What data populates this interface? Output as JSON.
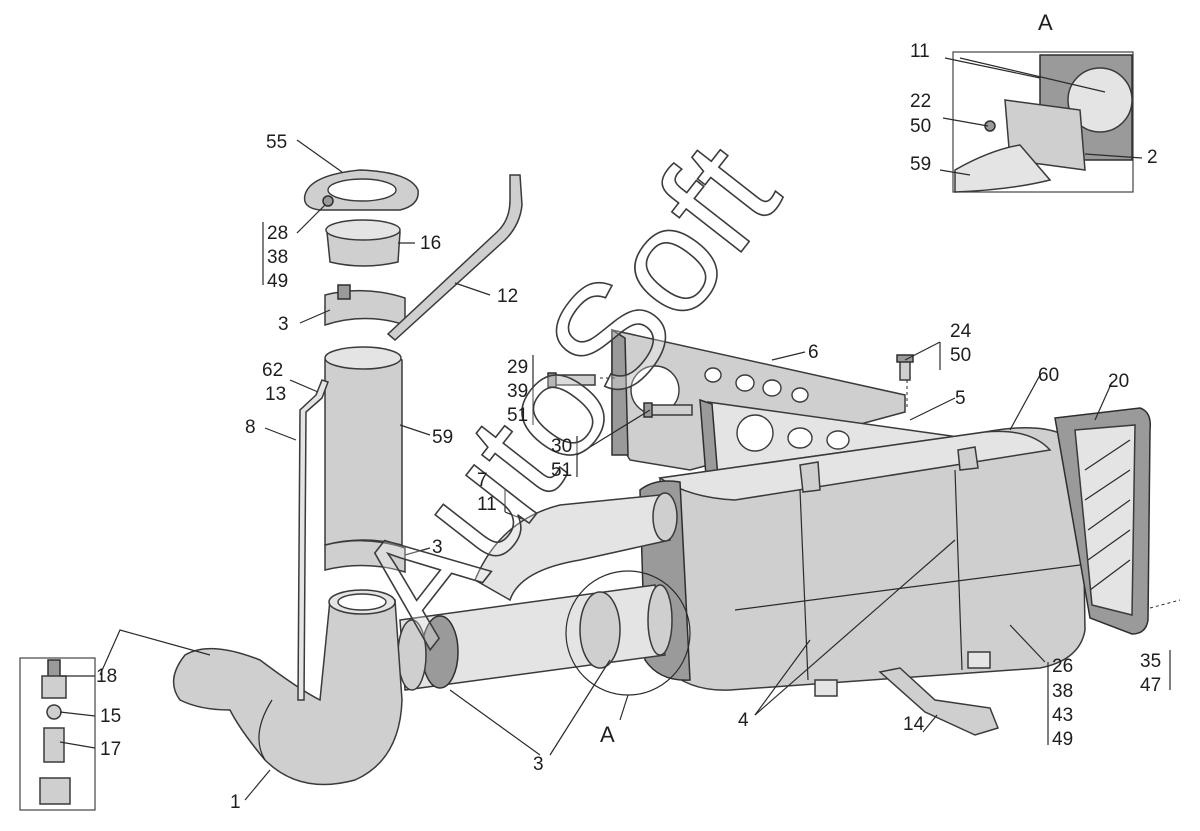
{
  "view_letter": "A",
  "watermark": "AutoSoft",
  "callouts": {
    "c1": "1",
    "c2": "2",
    "c3a": "3",
    "c3b": "3",
    "c3c": "3",
    "c4": "4",
    "c5": "5",
    "c6": "6",
    "c7": "7",
    "c8": "8",
    "c11a": "11",
    "c11b": "11",
    "c12": "12",
    "c13": "13",
    "c14": "14",
    "c15": "15",
    "c16": "16",
    "c17": "17",
    "c18": "18",
    "c20": "20",
    "c22": "22",
    "c24": "24",
    "c26": "26",
    "c28": "28",
    "c29": "29",
    "c30": "30",
    "c35": "35",
    "c38a": "38",
    "c38b": "38",
    "c39": "39",
    "c43": "43",
    "c47": "47",
    "c49a": "49",
    "c49b": "49",
    "c50a": "50",
    "c50b": "50",
    "c51a": "51",
    "c51b": "51",
    "c55": "55",
    "c59a": "59",
    "c59b": "59",
    "c60": "60",
    "c62": "62"
  }
}
